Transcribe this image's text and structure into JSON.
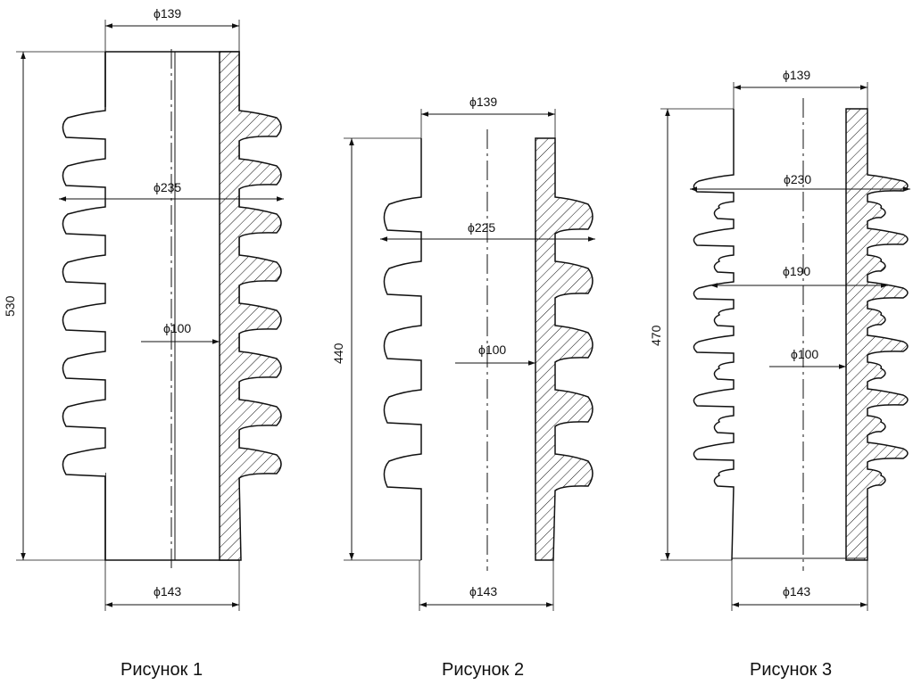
{
  "figures": [
    {
      "caption": "Рисунок 1",
      "height_label": "530",
      "top_diameter": "ϕ139",
      "shed_diameter": "ϕ235",
      "inner_diameter": "ϕ100",
      "bottom_diameter": "ϕ143"
    },
    {
      "caption": "Рисунок 2",
      "height_label": "440",
      "top_diameter": "ϕ139",
      "shed_diameter": "ϕ225",
      "inner_diameter": "ϕ100",
      "bottom_diameter": "ϕ143"
    },
    {
      "caption": "Рисунок 3",
      "height_label": "470",
      "top_diameter": "ϕ139",
      "shed_diameter": "ϕ230",
      "small_shed_diameter": "ϕ190",
      "inner_diameter": "ϕ100",
      "bottom_diameter": "ϕ143"
    }
  ]
}
